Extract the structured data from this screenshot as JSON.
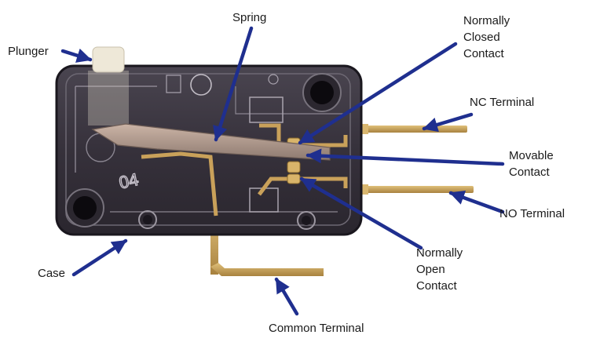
{
  "labels": {
    "plunger": "Plunger",
    "spring": "Spring",
    "nc_contact": [
      "Normally",
      "Closed",
      "Contact"
    ],
    "nc_terminal": "NC Terminal",
    "movable_contact": [
      "Movable",
      "Contact"
    ],
    "no_terminal": "NO Terminal",
    "no_contact": [
      "Normally",
      "Open",
      "Contact"
    ],
    "case": "Case",
    "common_terminal": "Common Terminal",
    "case_marking": "04"
  },
  "colors": {
    "arrow": "#1f2f8f",
    "case_body": "#3a3540",
    "case_edge": "#1a171e",
    "brass": "#c9a15a",
    "spring": "#b09a8c",
    "plunger": "#eee8d8"
  }
}
